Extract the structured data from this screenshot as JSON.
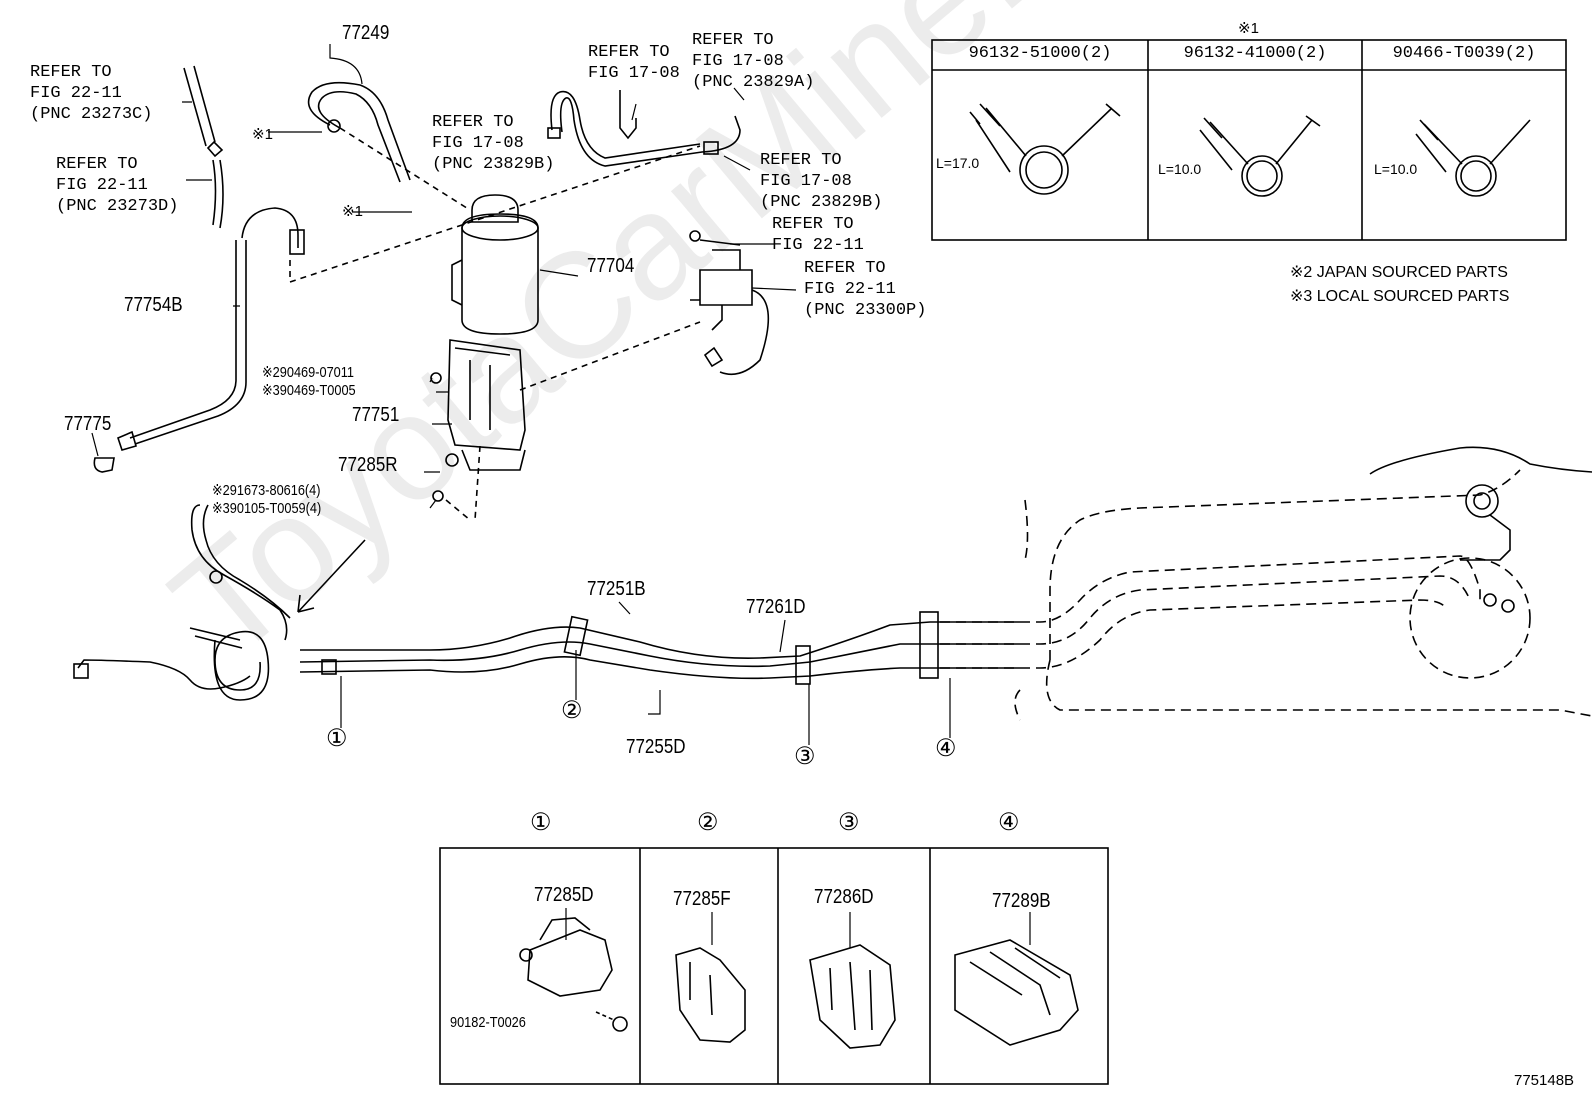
{
  "parts": {
    "p77249": "77249",
    "p77704": "77704",
    "p77754B": "77754B",
    "p77775": "77775",
    "p77751": "77751",
    "p77285R": "77285R",
    "p90469_07011": "※290469-07011",
    "p90469_T0005": "※390469-T0005",
    "p91673": "※291673-80616(4)",
    "p90105": "※390105-T0059(4)",
    "p77251B": "77251B",
    "p77261D": "77261D",
    "p77255D": "77255D",
    "mark1a": "※1",
    "mark1b": "※1"
  },
  "refs": {
    "r1": "REFER TO\nFIG 22-11\n(PNC 23273C)",
    "r2": "REFER TO\nFIG 22-11\n(PNC 23273D)",
    "r3": "REFER TO\nFIG 17-08\n(PNC 23829B)",
    "r4": "REFER TO\nFIG 17-08",
    "r5": "REFER TO\nFIG 17-08\n(PNC 23829A)",
    "r6": "REFER TO\nFIG 17-08\n(PNC 23829B)",
    "r7": "REFER TO\nFIG 22-11",
    "r8": "REFER TO\nFIG 22-11\n(PNC 23300P)"
  },
  "clip_table": {
    "title": "※1",
    "headers": [
      "96132-51000(2)",
      "96132-41000(2)",
      "90466-T0039(2)"
    ],
    "dims": [
      "L=17.0",
      "L=10.0",
      "L=10.0"
    ]
  },
  "notes": {
    "n2": "※2 JAPAN SOURCED PARTS",
    "n3": "※3 LOCAL SOURCED PARTS"
  },
  "callouts": [
    "①",
    "②",
    "③",
    "④"
  ],
  "clamp_table": {
    "numbers": [
      "①",
      "②",
      "③",
      "④"
    ],
    "parts": [
      "77285D",
      "77285F",
      "77286D",
      "77289B"
    ],
    "bolt": "90182-T0026"
  },
  "watermark": "ToyotaCarMine.ru",
  "figure_id": "775148B"
}
